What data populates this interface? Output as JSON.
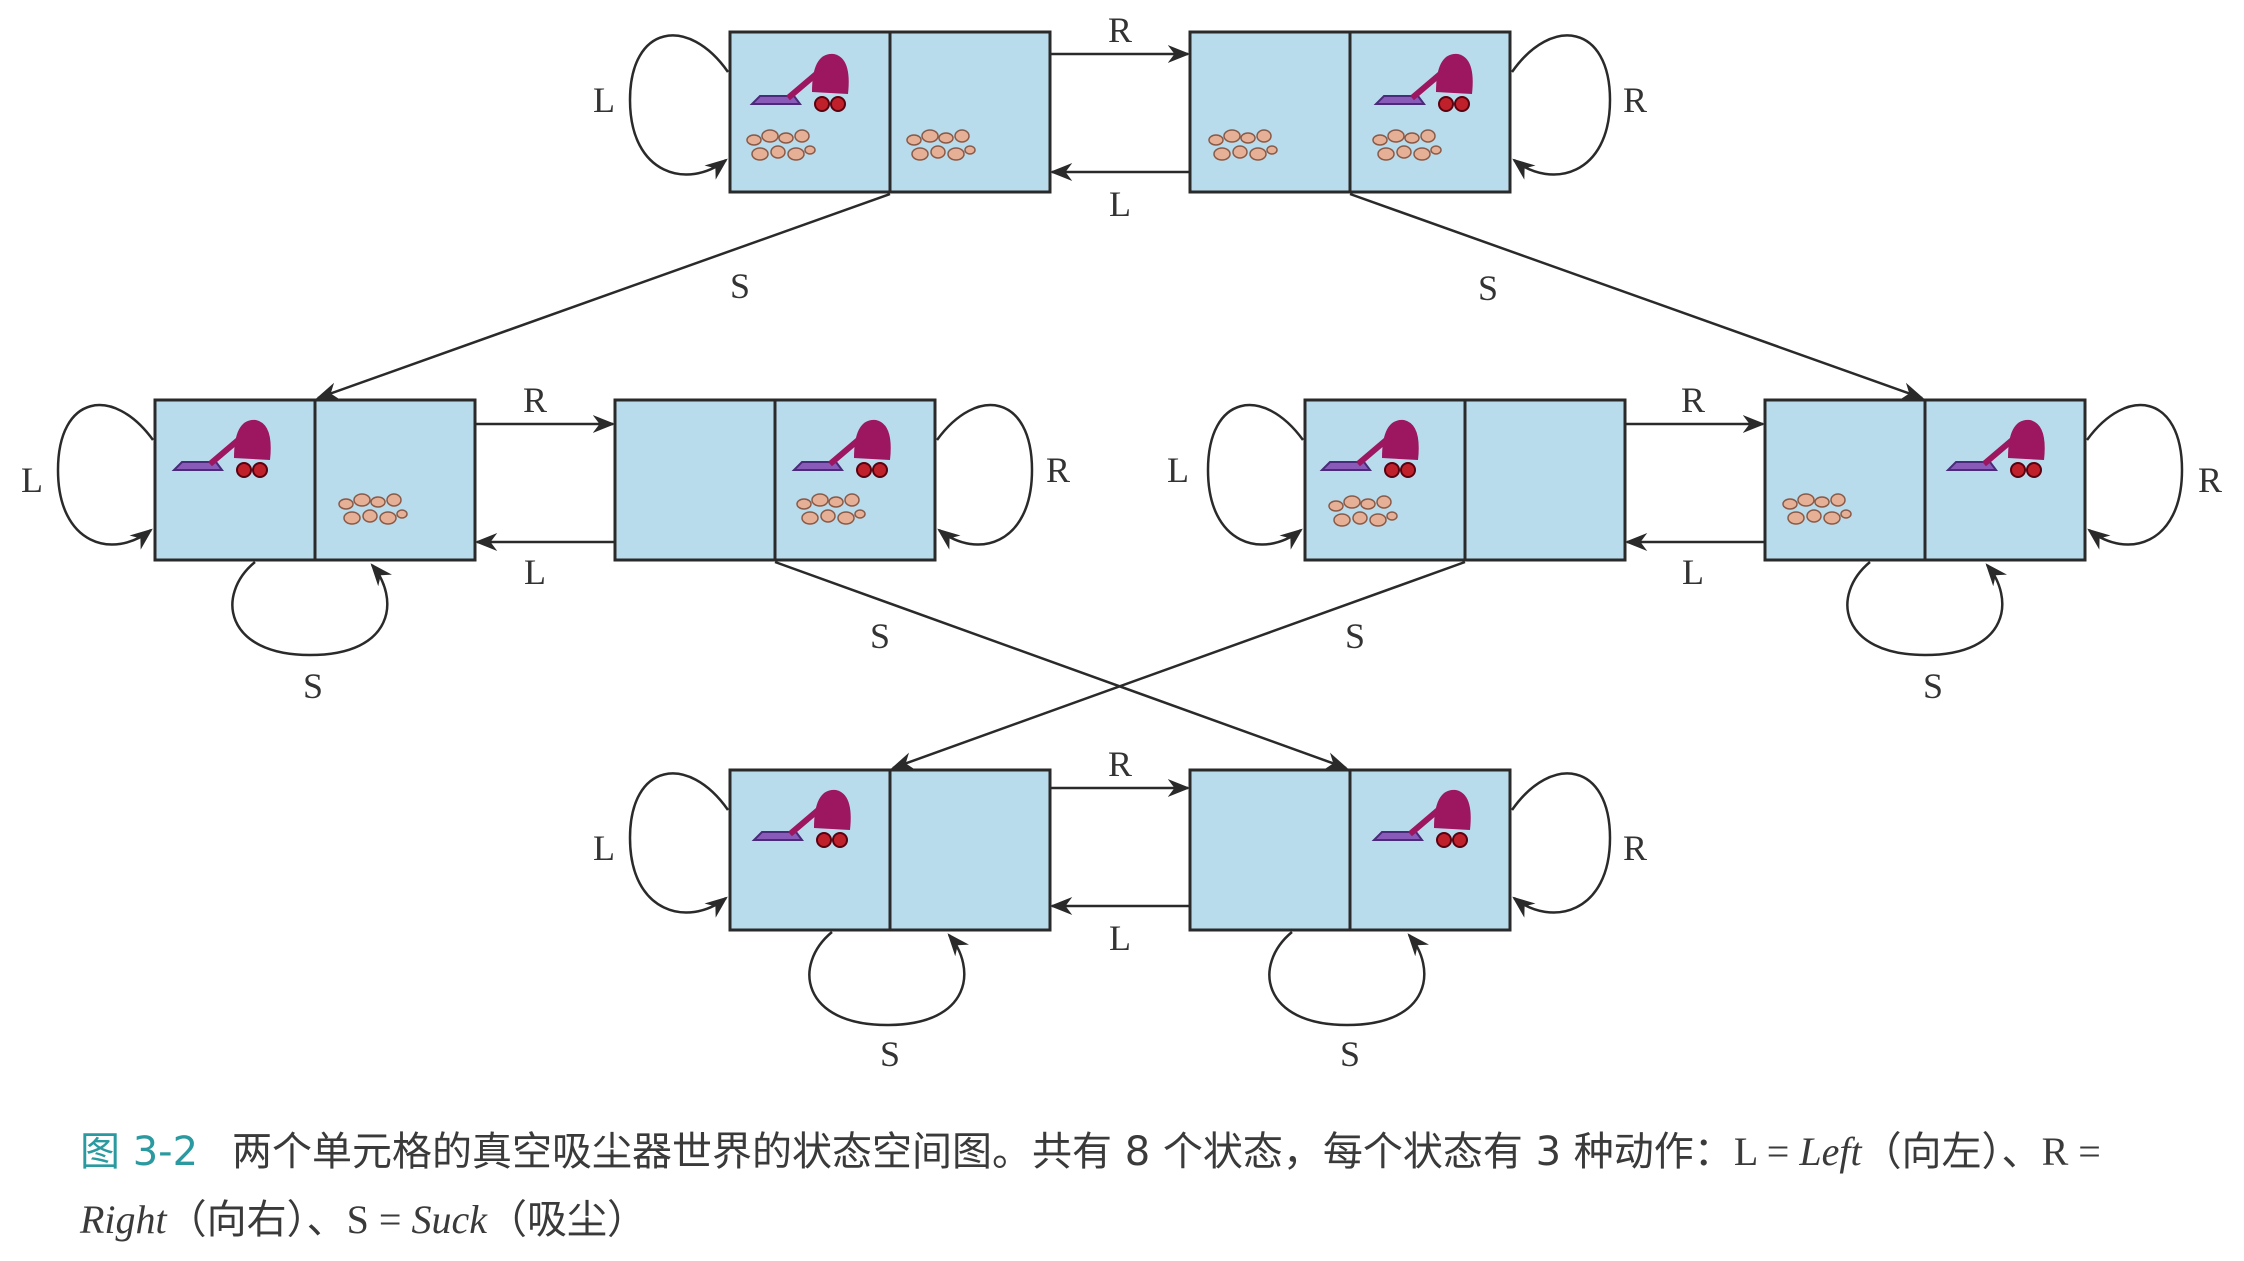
{
  "diagram": {
    "labels": {
      "left": "L",
      "right": "R",
      "suck": "S"
    },
    "colors": {
      "cell_fill": "#b9dcec",
      "stroke": "#2a2a2a",
      "vacuum_body": "#9c1660",
      "vacuum_wheel": "#c0202a",
      "vacuum_nozzle": "#8a5ab8",
      "dirt": "#e6b097",
      "caption_number": "#2a9aa0"
    },
    "icons": [
      "vacuum-icon",
      "dirt-icon"
    ],
    "states": [
      {
        "id": 1,
        "vacuum": "left",
        "dirt_left": true,
        "dirt_right": true
      },
      {
        "id": 2,
        "vacuum": "right",
        "dirt_left": true,
        "dirt_right": true
      },
      {
        "id": 3,
        "vacuum": "left",
        "dirt_left": false,
        "dirt_right": true
      },
      {
        "id": 4,
        "vacuum": "right",
        "dirt_left": false,
        "dirt_right": true
      },
      {
        "id": 5,
        "vacuum": "left",
        "dirt_left": true,
        "dirt_right": false
      },
      {
        "id": 6,
        "vacuum": "right",
        "dirt_left": true,
        "dirt_right": false
      },
      {
        "id": 7,
        "vacuum": "left",
        "dirt_left": false,
        "dirt_right": false
      },
      {
        "id": 8,
        "vacuum": "right",
        "dirt_left": false,
        "dirt_right": false
      }
    ]
  },
  "caption": {
    "number": "图 3-2",
    "text_1": "两个单元格的真空吸尘器世界的状态空间图。共有 8 个状态，每个状态有 3 种动作：",
    "L": "L = ",
    "left_word": "Left",
    "left_cn": "（向左）、",
    "R": "R = ",
    "right_word": "Right",
    "right_cn": "（向右）、",
    "S": "S = ",
    "suck_word": "Suck",
    "suck_cn": "（吸尘）"
  }
}
